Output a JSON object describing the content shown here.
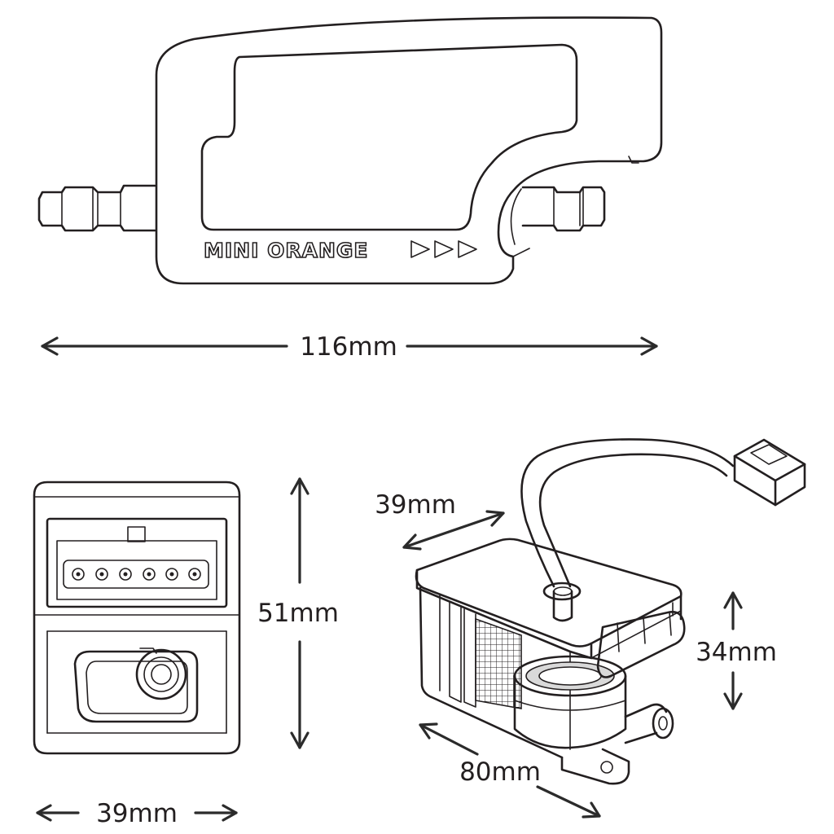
{
  "top_view": {
    "brand_label": "MINI ORANGE",
    "width_dimension": "116mm"
  },
  "front_view": {
    "height_dimension": "51mm",
    "width_dimension": "39mm"
  },
  "iso_view": {
    "depth_dimension": "39mm",
    "height_dimension": "34mm",
    "length_dimension": "80mm"
  }
}
